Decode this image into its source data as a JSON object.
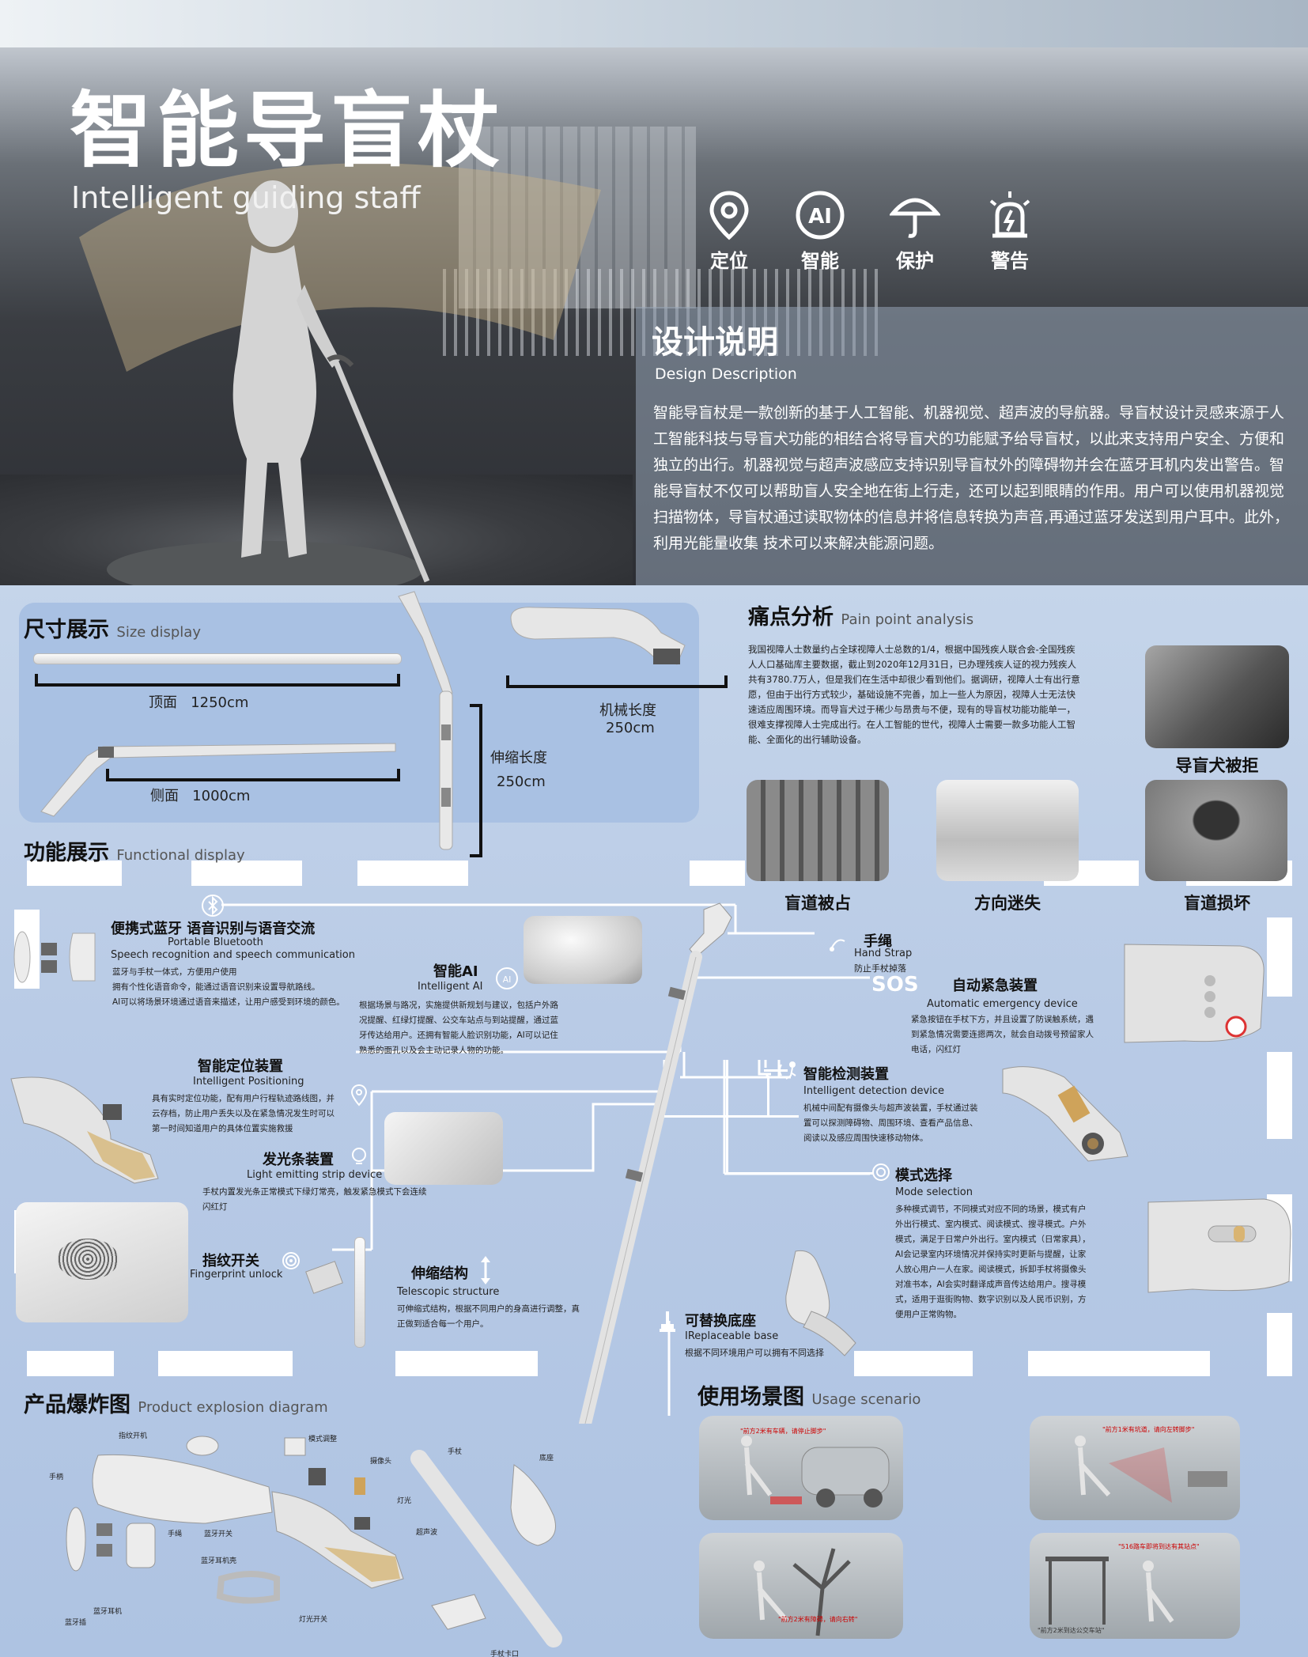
{
  "header": {
    "title": "智能导盲杖",
    "subtitle": "Intelligent guiding staff"
  },
  "features": [
    {
      "label": "定位",
      "icon": "location-icon"
    },
    {
      "label": "智能",
      "icon": "ai-icon"
    },
    {
      "label": "保护",
      "icon": "umbrella-icon"
    },
    {
      "label": "警告",
      "icon": "alarm-icon"
    }
  ],
  "design": {
    "title": "设计说明",
    "subtitle": "Design Description",
    "body": "智能导盲杖是一款创新的基于人工智能、机器视觉、超声波的导航器。导盲杖设计灵感来源于人工智能科技与导盲犬功能的相结合将导盲犬的功能赋予给导盲杖，以此来支持用户安全、方便和独立的出行。机器视觉与超声波感应支持识别导盲杖外的障碍物并会在蓝牙耳机内发出警告。智能导盲杖不仅可以帮助盲人安全地在街上行走，还可以起到眼睛的作用。用户可以使用机器视觉扫描物体，导盲杖通过读取物体的信息并将信息转换为声音,再通过蓝牙发送到用户耳中。此外，利用光能量收集 技术可以来解决能源问题。"
  },
  "size": {
    "title": "尺寸展示",
    "subtitle": "Size display",
    "top_label": "顶面",
    "top_value": "1250cm",
    "side_label": "侧面",
    "side_value": "1000cm",
    "tele_label": "伸缩长度",
    "tele_value": "250cm",
    "mech_label": "机械长度",
    "mech_value": "250cm"
  },
  "pain": {
    "title": "痛点分析",
    "subtitle": "Pain point analysis",
    "body": "我国视障人士数量约占全球视障人士总数的1/4，根据中国残疾人联合会-全国残疾人人口基础库主要数据，截止到2020年12月31日，已办理残疾人证的视力残疾人共有3780.7万人，但是我们在生活中却很少看到他们。据调研，视障人士有出行意愿，但由于出行方式较少，基础设施不完善，加上一些人为原因，视障人士无法快速适应周围环境。而导盲犬过于稀少与昂贵与不便，现有的导盲杖功能功能单一，很难支撑视障人士完成出行。在人工智能的世代，视障人士需要一款多功能人工智能、全面化的出行辅助设备。",
    "captions": [
      "导盲犬被拒",
      "盲道被占",
      "方向迷失",
      "盲道损坏"
    ]
  },
  "functions": {
    "title": "功能展示",
    "subtitle": "Functional display",
    "bluetooth": {
      "title": "便携式蓝牙   语音识别与语音交流",
      "en1": "Portable Bluetooth",
      "en2": "Speech recognition and speech communication",
      "desc": "蓝牙与手杖一体式，方便用户使用\n拥有个性化语音命令，能通过语音识别来设置导航路线。\nAI可以将场景环境通过语音来描述，让用户感受到环境的颜色。"
    },
    "ai": {
      "title": "智能AI",
      "en": "Intelligent AI",
      "desc": "根据场景与路况，实施提供新规划与建议，包括户外路况提醒、红绿灯提醒、公交车站点与到站提醒，通过蓝牙传达给用户。还拥有智能人脸识别功能，AI可以记住熟悉的面孔以及会主动记录人物的功能。"
    },
    "location": {
      "title": "智能定位装置",
      "en": "Intelligent Positioning",
      "desc": "具有实时定位功能，配有用户行程轨迹路线图，并云存档，防止用户丢失以及在紧急情况发生时可以第一时间知道用户的具体位置实施救援"
    },
    "light": {
      "title": "发光条装置",
      "en": "Light emitting strip device",
      "desc": "手杖内置发光条正常模式下绿灯常亮，触发紧急模式下会连续闪红灯"
    },
    "finger": {
      "title": "指纹开关",
      "en": "Fingerprint unlock"
    },
    "telescopic": {
      "title": "伸缩结构",
      "en": "Telescopic structure",
      "desc": "可伸缩式结构，根据不同用户的身高进行调整，真正做到适合每一个用户。"
    },
    "strap": {
      "title": "手绳",
      "en": "Hand Strap",
      "desc": "防止手杖掉落"
    },
    "sos": {
      "badge": "SOS",
      "title": "自动紧急装置",
      "en": "Automatic emergency device",
      "desc": "紧急按钮在手杖下方，并且设置了防误触系统，遇到紧急情况需要连摁两次，就会自动拨号预留家人电话，闪红灯"
    },
    "detect": {
      "title": "智能检测装置",
      "en": "Intelligent detection device",
      "desc": "机械中间配有摄像头与超声波装置，手杖通过装置可以探测障碍物、周围环境、查看产品信息、阅读以及感应周围快速移动物体。"
    },
    "mode": {
      "title": "模式选择",
      "en": "Mode selection",
      "desc": "多种模式调节，不同模式对应不同的场景，模式有户外出行模式、室内模式、阅读模式、搜寻模式。户外模式，满足于日常户外出行。室内模式（日常家具），AI会记录室内环境情况并保持实时更新与提醒，让家人放心用户一人在家。阅读模式，拆卸手杖将摄像头对准书本，AI会实时翻译成声音传达给用户。搜寻模式，适用于逛街购物、数字识别以及人民币识别，方便用户正常购物。"
    },
    "base": {
      "title": "可替换底座",
      "en": "IReplaceable base",
      "desc": "根据不同环境用户可以拥有不同选择"
    }
  },
  "explosion": {
    "title": "产品爆炸图",
    "subtitle": "Product explosion diagram",
    "labels": [
      "指纹开机",
      "模式调整",
      "手柄",
      "摄像头",
      "灯光",
      "手杖",
      "底座",
      "手绳",
      "蓝牙开关",
      "超声波",
      "蓝牙耳机壳",
      "蓝牙耳机",
      "蓝牙插",
      "灯光开关",
      "手杖卡口"
    ]
  },
  "usage": {
    "title": "使用场景图",
    "subtitle": "Usage scenario",
    "bubbles": [
      "\"前方2米有车辆，请停止脚步\"",
      "\"前方1米有坑道，请向左转脚步\"",
      "\"前方2米有障碍，请向右转\"",
      "\"前方2米到达公交车站\"",
      "\"516路车即将到达有其站点\""
    ]
  },
  "colors": {
    "accent_blue": "#a9c1e3",
    "sos_red": "#d33"
  }
}
